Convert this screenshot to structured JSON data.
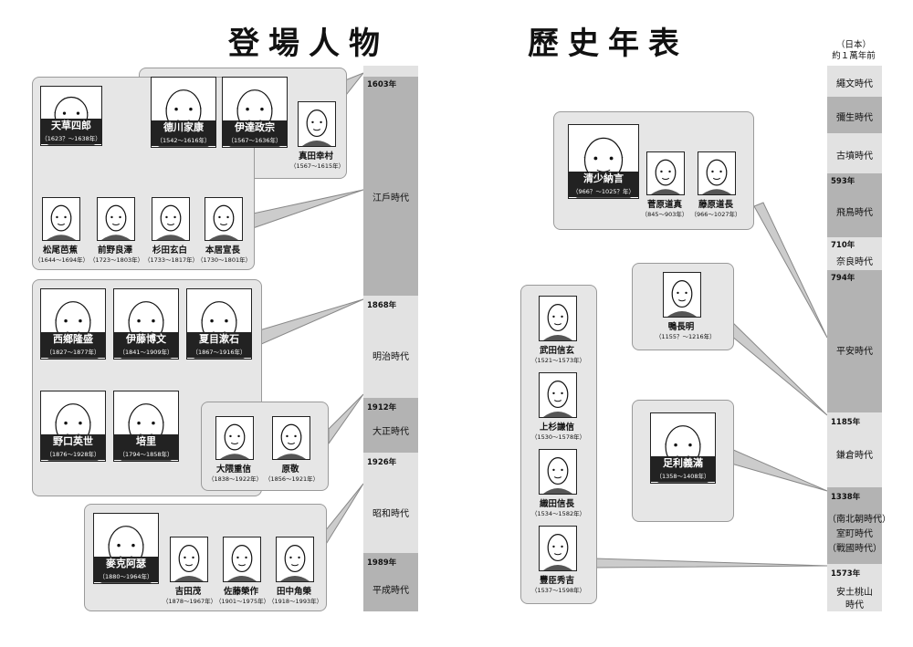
{
  "left_title": "登場人物",
  "right_title": "歷史年表",
  "japan_header": {
    "line1": "（日本）",
    "line2": "約１萬年前"
  },
  "colors": {
    "box_fill": "#e6e6e6",
    "segment_dark": "#b3b3b3",
    "segment_light": "#e2e2e2",
    "name_plate": "#222222"
  },
  "left_timeline": [
    {
      "year": "1603年",
      "era": "江戶時代",
      "shade": "dark"
    },
    {
      "year": "1868年",
      "era": "明治時代",
      "shade": "light"
    },
    {
      "year": "1912年",
      "era": "大正時代",
      "shade": "dark"
    },
    {
      "year": "1926年",
      "era": "昭和時代",
      "shade": "light"
    },
    {
      "year": "1989年",
      "era": "平成時代",
      "shade": "dark"
    }
  ],
  "right_timeline": [
    {
      "year": "",
      "era": "繩文時代",
      "shade": "light"
    },
    {
      "year": "",
      "era": "彌生時代",
      "shade": "dark"
    },
    {
      "year": "",
      "era": "古墳時代",
      "shade": "light"
    },
    {
      "year": "593年",
      "era": "飛鳥時代",
      "shade": "dark"
    },
    {
      "year": "710年",
      "era": "奈良時代",
      "shade": "light"
    },
    {
      "year": "794年",
      "era": "平安時代",
      "shade": "dark"
    },
    {
      "year": "1185年",
      "era": "鎌倉時代",
      "shade": "light"
    },
    {
      "year": "1338年",
      "era": "（南北朝時代）",
      "shade": "dark"
    },
    {
      "year": "",
      "era": "室町時代",
      "shade": "dark"
    },
    {
      "year": "",
      "era": "（戰國時代）",
      "shade": "dark"
    },
    {
      "year": "1573年",
      "era": "安土桃山",
      "era2": "時代",
      "shade": "light"
    }
  ],
  "people": [
    {
      "name": "天草四郎",
      "years": "（1623？～1638年）"
    },
    {
      "name": "德川家康",
      "years": "（1542～1616年）"
    },
    {
      "name": "伊達政宗",
      "years": "（1567～1636年）"
    },
    {
      "name": "真田幸村",
      "years": "（1567～1615年）"
    },
    {
      "name": "松尾芭蕉",
      "years": "（1644～1694年）"
    },
    {
      "name": "前野良澤",
      "years": "（1723～1803年）"
    },
    {
      "name": "杉田玄白",
      "years": "（1733～1817年）"
    },
    {
      "name": "本居宣長",
      "years": "（1730～1801年）"
    },
    {
      "name": "西鄉隆盛",
      "years": "（1827～1877年）"
    },
    {
      "name": "伊藤博文",
      "years": "（1841～1909年）"
    },
    {
      "name": "夏目漱石",
      "years": "（1867～1916年）"
    },
    {
      "name": "野口英世",
      "years": "（1876～1928年）"
    },
    {
      "name": "培里",
      "years": "（1794～1858年）"
    },
    {
      "name": "大隈重信",
      "years": "（1838～1922年）"
    },
    {
      "name": "原敬",
      "years": "（1856～1921年）"
    },
    {
      "name": "麥克阿瑟",
      "years": "（1880～1964年）"
    },
    {
      "name": "吉田茂",
      "years": "（1878～1967年）"
    },
    {
      "name": "佐藤榮作",
      "years": "（1901～1975年）"
    },
    {
      "name": "田中角榮",
      "years": "（1918～1993年）"
    },
    {
      "name": "清少納言",
      "years": "（966？～1025？年）"
    },
    {
      "name": "菅原道真",
      "years": "（845～903年）"
    },
    {
      "name": "藤原道長",
      "years": "（966～1027年）"
    },
    {
      "name": "鴨長明",
      "years": "（1155？～1216年）"
    },
    {
      "name": "武田信玄",
      "years": "（1521～1573年）"
    },
    {
      "name": "上杉謙信",
      "years": "（1530～1578年）"
    },
    {
      "name": "織田信長",
      "years": "（1534～1582年）"
    },
    {
      "name": "豐臣秀吉",
      "years": "（1537～1598年）"
    },
    {
      "name": "足利義滿",
      "years": "（1358～1408年）"
    }
  ]
}
